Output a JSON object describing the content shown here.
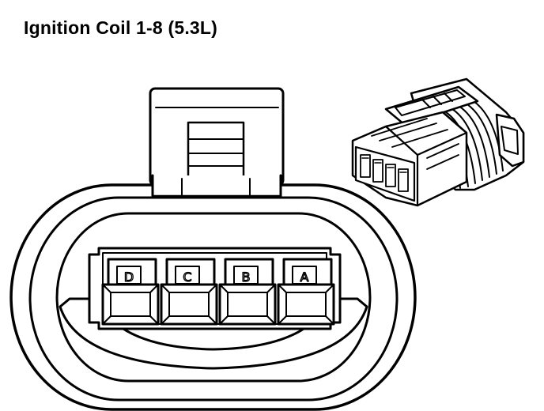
{
  "title": "Ignition Coil 1-8 (5.3L)",
  "pins": [
    "D",
    "C",
    "B",
    "A"
  ],
  "colors": {
    "line": "#000000",
    "background": "#ffffff"
  }
}
